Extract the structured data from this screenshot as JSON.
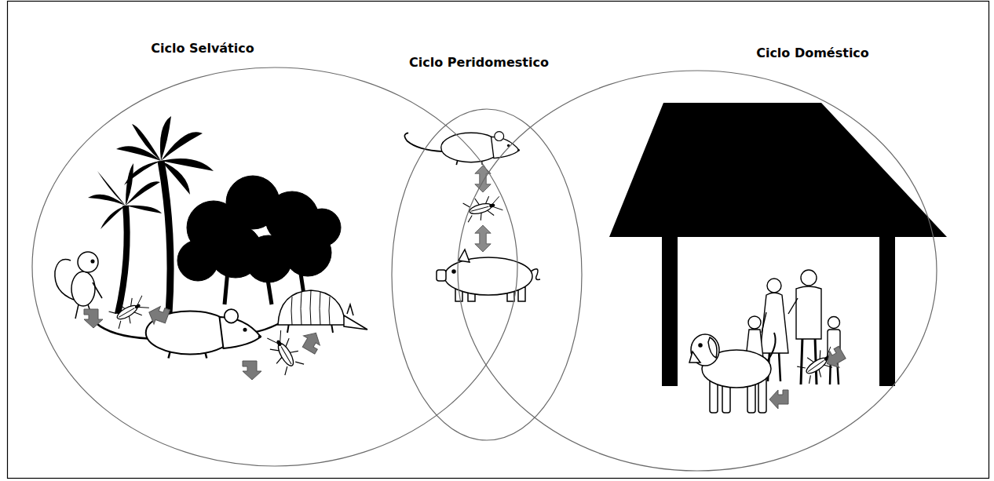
{
  "diagram": {
    "nodes": [
      {
        "text": [
          "Ciclo Selvático"
        ]
      },
      {
        "text": [
          "Ciclo Peridomestico"
        ]
      },
      {
        "text": [
          "Ciclo Doméstico"
        ]
      }
    ]
  }
}
